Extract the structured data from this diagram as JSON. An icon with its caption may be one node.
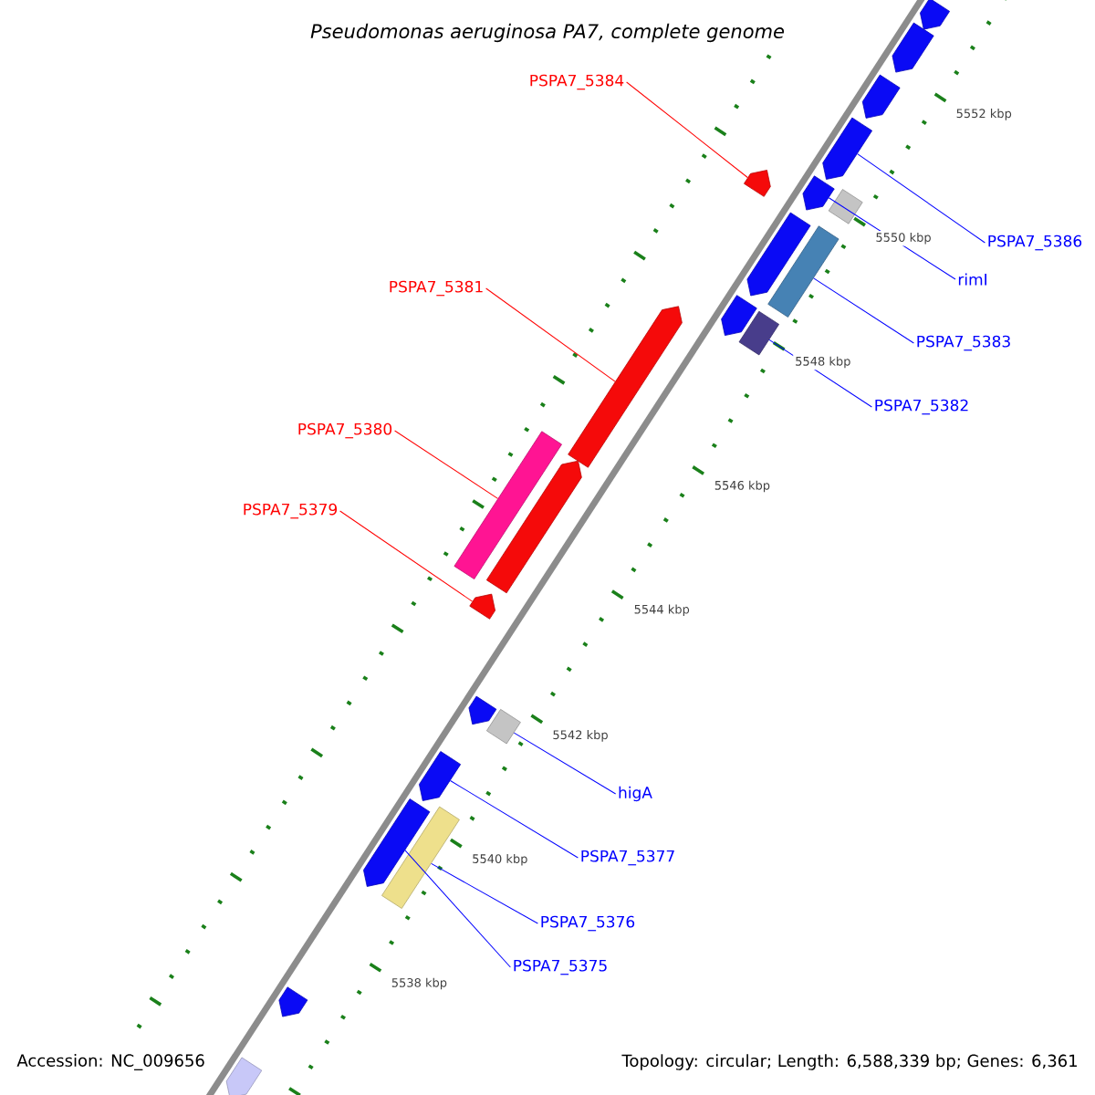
{
  "diagram": {
    "title": "*Pseudomonas aeruginosa* PA7, complete genome",
    "nodes": [
      {
        "text": [
          "PSPA7_5384"
        ]
      },
      {
        "text": [
          "PSPA7_5386"
        ]
      },
      {
        "text": [
          "rimI"
        ]
      },
      {
        "text": [
          "PSPA7_5381"
        ]
      },
      {
        "text": [
          "PSPA7_5383"
        ]
      },
      {
        "text": [
          "PSPA7_5382"
        ]
      },
      {
        "text": [
          "PSPA7_5380"
        ]
      },
      {
        "text": [
          "PSPA7_5379"
        ]
      },
      {
        "text": [
          "higA"
        ]
      },
      {
        "text": [
          "PSPA7_5377"
        ]
      },
      {
        "text": [
          "PSPA7_5376"
        ]
      },
      {
        "text": [
          "PSPA7_5375"
        ]
      },
      {
        "text": [],
        "shape": "arrow"
      },
      {
        "text": [],
        "shape": "arrow"
      },
      {
        "text": [],
        "shape": "arrow"
      },
      {
        "text": [],
        "shape": "arrow"
      },
      {
        "text": [],
        "shape": "box"
      },
      {
        "text": [],
        "shape": "arrow"
      },
      {
        "text": [],
        "shape": "arrow"
      },
      {
        "text": [],
        "shape": "arrow"
      },
      {
        "text": [],
        "shape": "box"
      },
      {
        "text": [],
        "shape": "arrow"
      },
      {
        "text": [],
        "shape": "box"
      },
      {
        "text": [],
        "shape": "arrow"
      },
      {
        "text": [],
        "shape": "box"
      },
      {
        "text": [],
        "shape": "arrow"
      },
      {
        "text": [],
        "shape": "arrow"
      },
      {
        "text": [],
        "shape": "arrow"
      },
      {
        "text": [],
        "shape": "box"
      },
      {
        "text": [],
        "shape": "arrow"
      },
      {
        "text": [],
        "shape": "box"
      },
      {
        "text": [],
        "shape": "arrow"
      },
      {
        "text": [],
        "shape": "arrow"
      },
      {
        "text": [],
        "shape": "arrow"
      }
    ],
    "edges": [
      {
        "from": 0,
        "to": 18,
        "arrow": "none",
        "color": "#ff0000"
      },
      {
        "from": 1,
        "to": 15,
        "arrow": "none",
        "color": "#0000ff"
      },
      {
        "from": 2,
        "to": 17,
        "arrow": "none",
        "color": "#0000ff"
      },
      {
        "from": 3,
        "to": 23,
        "arrow": "none",
        "color": "#ff0000"
      },
      {
        "from": 4,
        "to": 20,
        "arrow": "none",
        "color": "#0000ff"
      },
      {
        "from": 5,
        "to": 22,
        "arrow": "none",
        "color": "#0000ff"
      },
      {
        "from": 6,
        "to": 24,
        "arrow": "none",
        "color": "#ff0000"
      },
      {
        "from": 7,
        "to": 26,
        "arrow": "none",
        "color": "#ff0000"
      },
      {
        "from": 8,
        "to": 28,
        "arrow": "none",
        "color": "#0000ff"
      },
      {
        "from": 9,
        "to": 29,
        "arrow": "none",
        "color": "#0000ff"
      },
      {
        "from": 10,
        "to": 30,
        "arrow": "none",
        "color": "#0000ff"
      },
      {
        "from": 11,
        "to": 31,
        "arrow": "none",
        "color": "#0000ff"
      }
    ],
    "labels": [
      "5552 kbp",
      "5550 kbp",
      "5548 kbp",
      "5546 kbp",
      "5544 kbp",
      "5542 kbp",
      "5540 kbp",
      "5538 kbp",
      "Accession: NC_009656",
      "Topology: circular; Length: 6,588,339 bp; Genes: 6,361"
    ]
  }
}
